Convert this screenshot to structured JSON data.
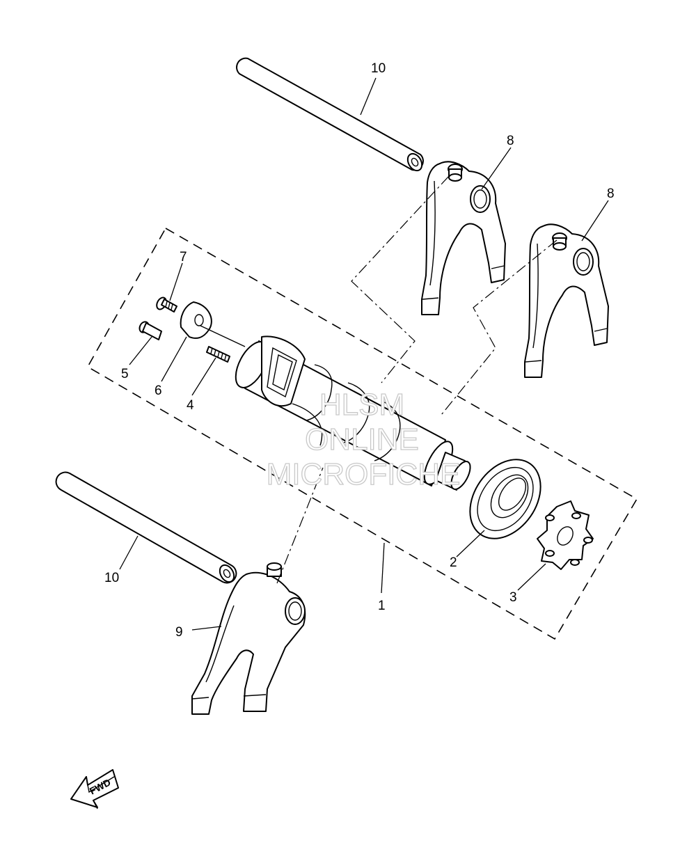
{
  "callouts": {
    "c1": "1",
    "c2": "2",
    "c3": "3",
    "c4": "4",
    "c5": "5",
    "c6": "6",
    "c7": "7",
    "c8a": "8",
    "c8b": "8",
    "c9": "9",
    "c10a": "10",
    "c10b": "10"
  },
  "direction_badge": "FWD",
  "watermark": {
    "line1": "HLSM",
    "line2": "ONLINE",
    "line3": "MICROFICHE"
  },
  "colors": {
    "ink": "#000000",
    "background": "#ffffff",
    "watermark_outline": "#c8c8c8"
  }
}
